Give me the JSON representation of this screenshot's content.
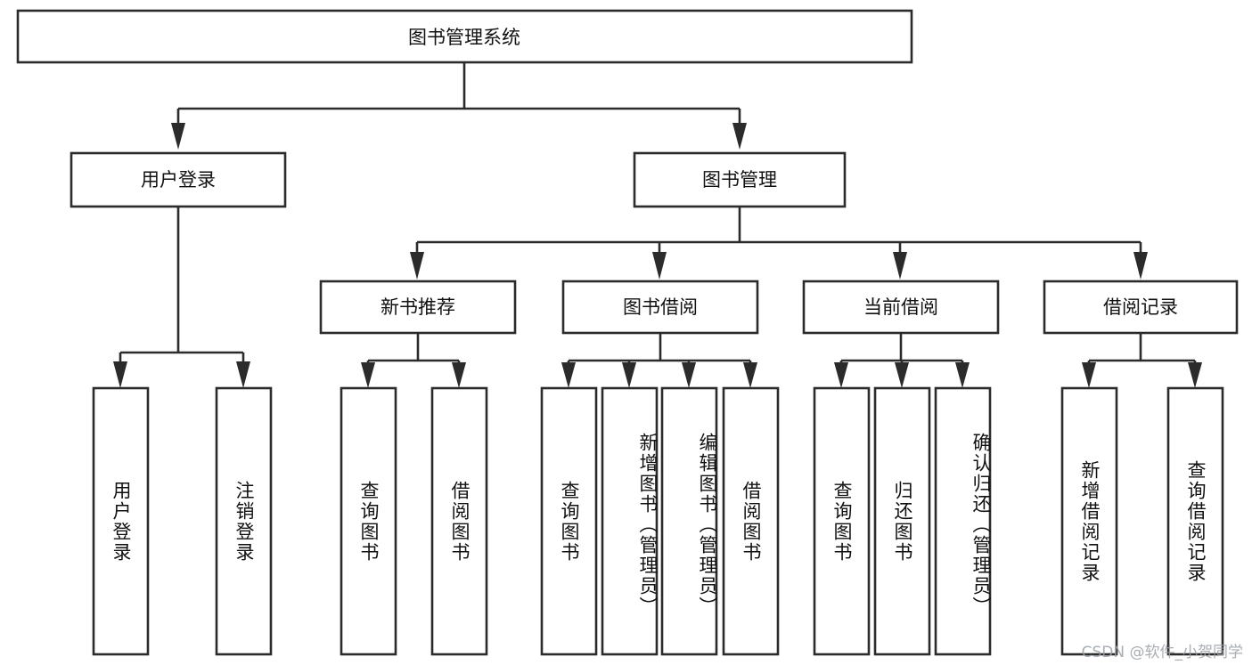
{
  "diagram": {
    "title": "图书管理系统",
    "type": "tree-hierarchy-chart",
    "orientation": "top-down",
    "colors": {
      "stroke": "#2b2b2b",
      "fill": "#ffffff",
      "text": "#111111",
      "watermark": "#9aa0a6"
    },
    "root": {
      "label": "图书管理系统"
    },
    "level2": [
      {
        "label": "用户登录"
      },
      {
        "label": "图书管理"
      }
    ],
    "level3": [
      {
        "label": "新书推荐"
      },
      {
        "label": "图书借阅"
      },
      {
        "label": "当前借阅"
      },
      {
        "label": "借阅记录"
      }
    ],
    "leaves": {
      "user_login": [
        {
          "label": "用户登录"
        },
        {
          "label": "注销登录"
        }
      ],
      "new_book_recommend": [
        {
          "label": "查询图书"
        },
        {
          "label": "借阅图书"
        }
      ],
      "book_borrow": [
        {
          "label": "查询图书"
        },
        {
          "label": "新增图书（管理员）"
        },
        {
          "label": "编辑图书（管理员）"
        },
        {
          "label": "借阅图书"
        }
      ],
      "current_borrow": [
        {
          "label": "查询图书"
        },
        {
          "label": "归还图书"
        },
        {
          "label": "确认归还（管理员）"
        }
      ],
      "borrow_record": [
        {
          "label": "新增借阅记录"
        },
        {
          "label": "查询借阅记录"
        }
      ]
    },
    "watermark": "CSDN @软件_小贺同学"
  }
}
